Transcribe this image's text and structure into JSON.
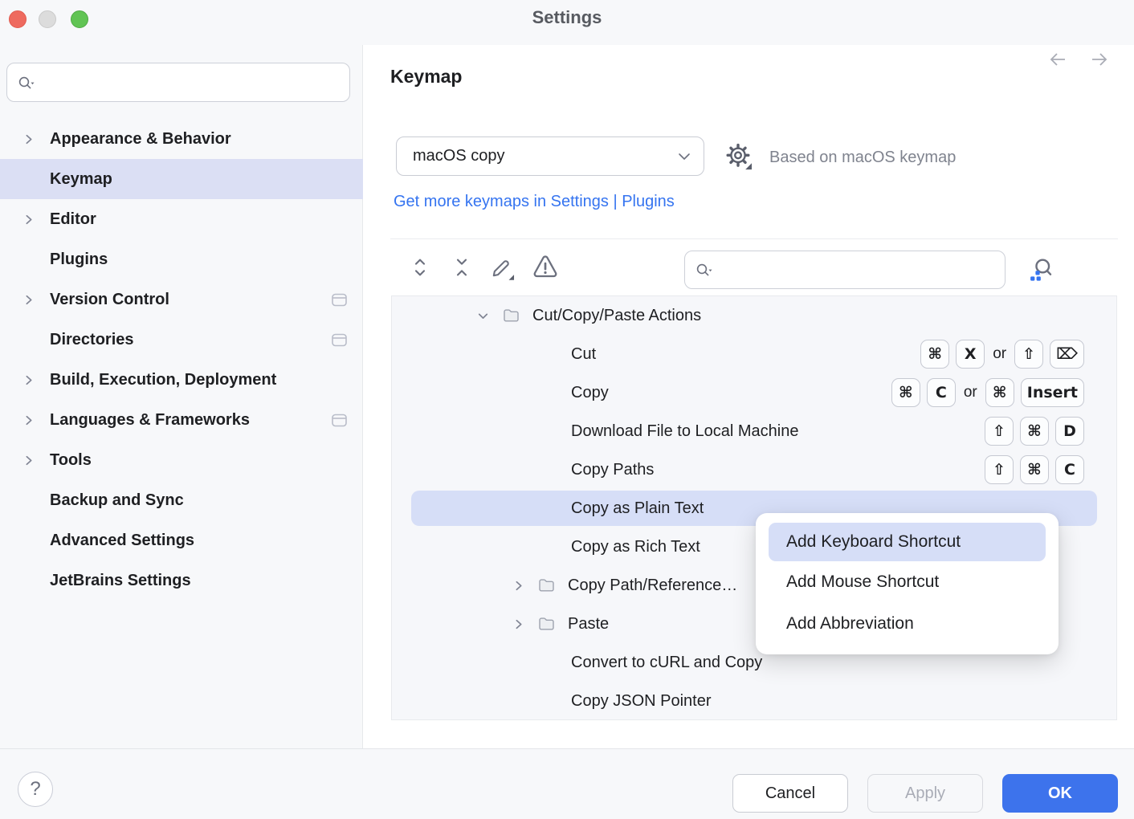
{
  "window": {
    "title": "Settings"
  },
  "labels": {
    "or": "or"
  },
  "sidebar": {
    "search_value": "",
    "items": [
      {
        "label": "Appearance & Behavior"
      },
      {
        "label": "Keymap"
      },
      {
        "label": "Editor"
      },
      {
        "label": "Plugins"
      },
      {
        "label": "Version Control"
      },
      {
        "label": "Directories"
      },
      {
        "label": "Build, Execution, Deployment"
      },
      {
        "label": "Languages & Frameworks"
      },
      {
        "label": "Tools"
      },
      {
        "label": "Backup and Sync"
      },
      {
        "label": "Advanced Settings"
      },
      {
        "label": "JetBrains Settings"
      }
    ]
  },
  "header": {
    "title": "Keymap",
    "keymap_selected": "macOS copy",
    "based_on": "Based on macOS keymap",
    "link": "Get more keymaps in Settings | Plugins"
  },
  "toolbar": {
    "search_value": ""
  },
  "tree": {
    "rows": [
      {
        "label": "Cut/Copy/Paste Actions"
      },
      {
        "label": "Cut",
        "shortcuts": [
          [
            "⌘",
            "X"
          ],
          [
            "⇧",
            "⌦"
          ]
        ]
      },
      {
        "label": "Copy",
        "shortcuts": [
          [
            "⌘",
            "C"
          ],
          [
            "⌘",
            "Insert"
          ]
        ]
      },
      {
        "label": "Download File to Local Machine",
        "shortcuts": [
          [
            "⇧",
            "⌘",
            "D"
          ]
        ]
      },
      {
        "label": "Copy Paths",
        "shortcuts": [
          [
            "⇧",
            "⌘",
            "C"
          ]
        ]
      },
      {
        "label": "Copy as Plain Text",
        "selected": true
      },
      {
        "label": "Copy as Rich Text"
      },
      {
        "label": "Copy Path/Reference…"
      },
      {
        "label": "Paste"
      },
      {
        "label": "Convert to cURL and Copy"
      },
      {
        "label": "Copy JSON Pointer"
      }
    ]
  },
  "context_menu": {
    "items": [
      {
        "label": "Add Keyboard Shortcut",
        "highlighted": true
      },
      {
        "label": "Add Mouse Shortcut"
      },
      {
        "label": "Add Abbreviation"
      }
    ]
  },
  "footer": {
    "help_glyph": "?",
    "cancel": "Cancel",
    "apply": "Apply",
    "ok": "OK"
  },
  "colors": {
    "window_bg": "#F7F8FA",
    "panel_bg": "#F6F7FA",
    "selection": "#D6DEF7",
    "sidebar_selection": "#DBDFF4",
    "link": "#3574F0",
    "ok_button": "#3D73EC",
    "traffic_red": "#EE6A5F",
    "traffic_gray": "#DCDCDC",
    "traffic_green": "#61C454"
  }
}
